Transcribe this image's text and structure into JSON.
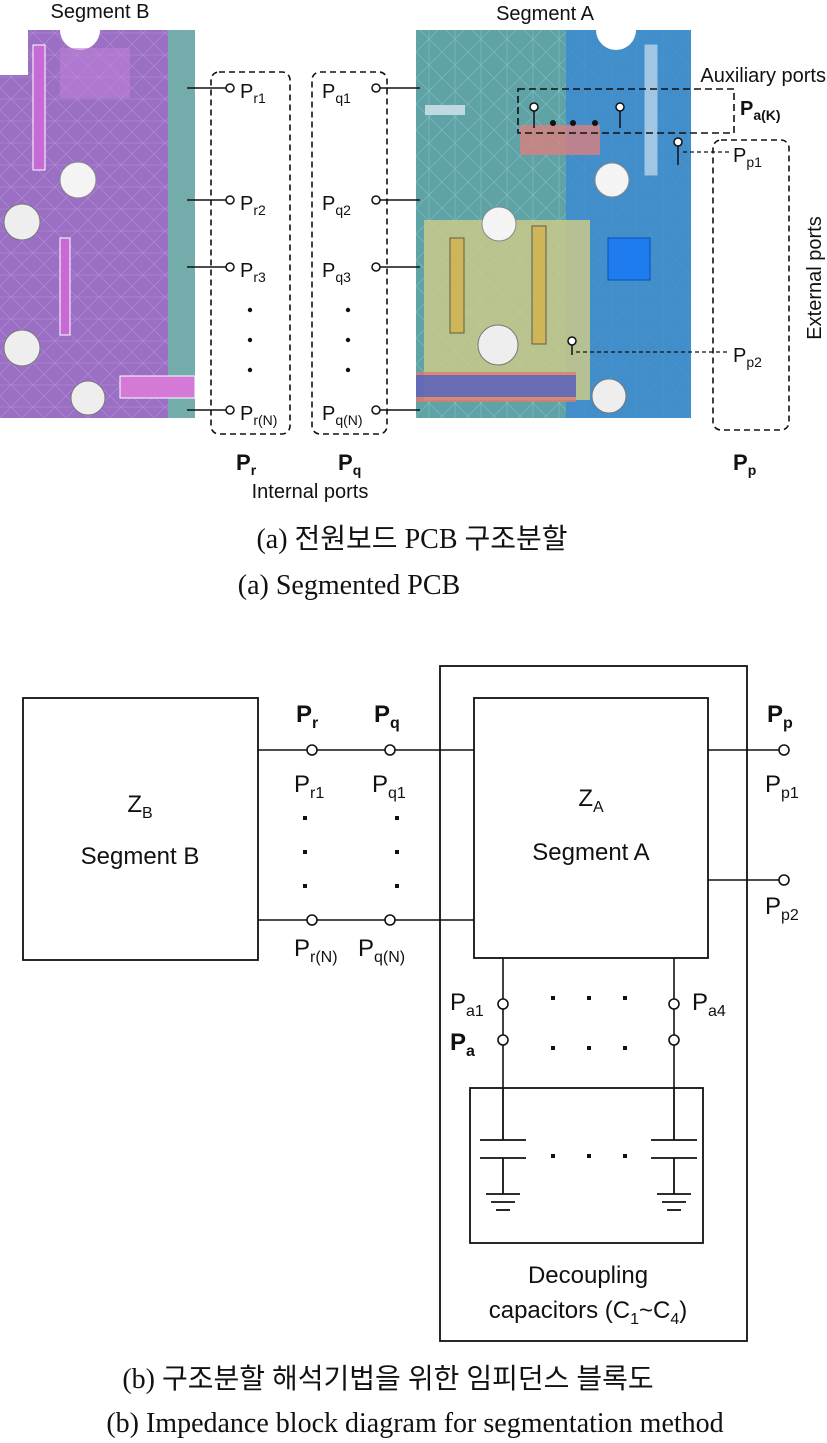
{
  "fig_a": {
    "segment_b": "Segment B",
    "segment_a": "Segment A",
    "aux_ports": "Auxiliary ports",
    "aux_label": {
      "main": "P",
      "sub": "a(K)"
    },
    "external_ports": "External ports",
    "internal_ports": "Internal ports",
    "pr_ports": [
      {
        "main": "P",
        "sub": "r1"
      },
      {
        "main": "P",
        "sub": "r2"
      },
      {
        "main": "P",
        "sub": "r3"
      },
      {
        "main": "P",
        "sub": "r(N)"
      }
    ],
    "pq_ports": [
      {
        "main": "P",
        "sub": "q1"
      },
      {
        "main": "P",
        "sub": "q2"
      },
      {
        "main": "P",
        "sub": "q3"
      },
      {
        "main": "P",
        "sub": "q(N)"
      }
    ],
    "pp_ports": [
      {
        "main": "P",
        "sub": "p1"
      },
      {
        "main": "P",
        "sub": "p2"
      }
    ],
    "group_pr": {
      "main": "P",
      "sub": "r"
    },
    "group_pq": {
      "main": "P",
      "sub": "q"
    },
    "group_pp": {
      "main": "P",
      "sub": "p"
    },
    "caption_ko": "(a) 전원보드 PCB 구조분할",
    "caption_en": "(a) Segmented PCB"
  },
  "fig_b": {
    "zb": {
      "main": "Z",
      "sub": "B"
    },
    "segment_b": "Segment B",
    "za": {
      "main": "Z",
      "sub": "A"
    },
    "segment_a": "Segment A",
    "pr_bold": {
      "main": "P",
      "sub": "r"
    },
    "pq_bold": {
      "main": "P",
      "sub": "q"
    },
    "pp_bold": {
      "main": "P",
      "sub": "p"
    },
    "pa_bold": {
      "main": "P",
      "sub": "a"
    },
    "pr1": {
      "main": "P",
      "sub": "r1"
    },
    "pq1": {
      "main": "P",
      "sub": "q1"
    },
    "prn": {
      "main": "P",
      "sub": "r(N)"
    },
    "pqn": {
      "main": "P",
      "sub": "q(N)"
    },
    "pp1": {
      "main": "P",
      "sub": "p1"
    },
    "pp2": {
      "main": "P",
      "sub": "p2"
    },
    "pa1": {
      "main": "P",
      "sub": "a1"
    },
    "pa4": {
      "main": "P",
      "sub": "a4"
    },
    "decoupling_line1": "Decoupling",
    "decoupling_line2_pre": "capacitors (C",
    "decoupling_sub1": "1",
    "decoupling_mid": "~C",
    "decoupling_sub2": "4",
    "decoupling_post": ")",
    "caption_ko": "(b) 구조분할 해석기법을 위한 임피던스 블록도",
    "caption_en": "(b) Impedance block diagram for segmentation method"
  },
  "colors": {
    "segment_b_fill": "#9a6fc4",
    "segment_a_fill": "#5fa3a6",
    "segment_a_blue": "#3d8bd0",
    "segment_a_yellow": "#c9c98a"
  }
}
